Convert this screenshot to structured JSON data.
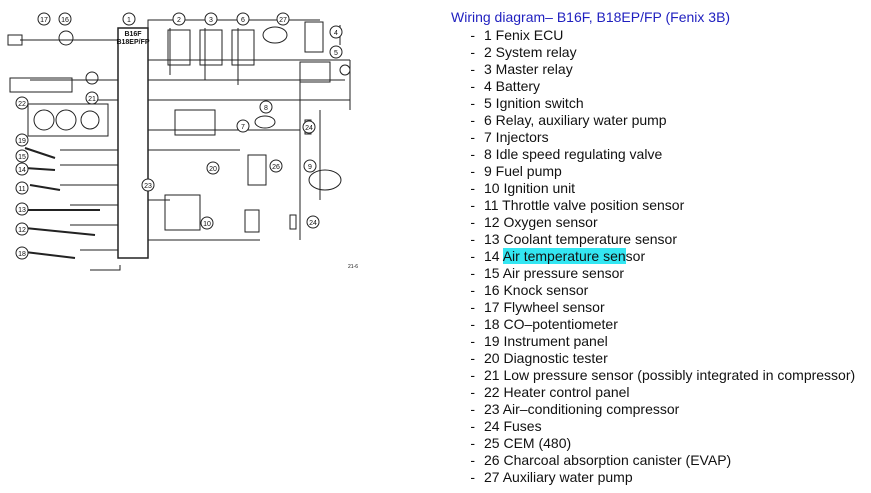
{
  "legend": {
    "title": "Wiring diagram– B16F, B18EP/FP (Fenix 3B)",
    "dash": "-",
    "items": [
      {
        "before": "1 Fenix ECU",
        "highlight": "",
        "after": ""
      },
      {
        "before": "2 System relay",
        "highlight": "",
        "after": ""
      },
      {
        "before": "3 Master relay",
        "highlight": "",
        "after": ""
      },
      {
        "before": "4 Battery",
        "highlight": "",
        "after": ""
      },
      {
        "before": "5 Ignition switch",
        "highlight": "",
        "after": ""
      },
      {
        "before": "6 Relay, auxiliary water pump",
        "highlight": "",
        "after": ""
      },
      {
        "before": "7 Injectors",
        "highlight": "",
        "after": ""
      },
      {
        "before": "8 Idle speed regulating valve",
        "highlight": "",
        "after": ""
      },
      {
        "before": "9 Fuel pump",
        "highlight": "",
        "after": ""
      },
      {
        "before": "10 Ignition unit",
        "highlight": "",
        "after": ""
      },
      {
        "before": "11 Throttle valve position sensor",
        "highlight": "",
        "after": ""
      },
      {
        "before": "12 Oxygen sensor",
        "highlight": "",
        "after": ""
      },
      {
        "before": "13 Coolant temperature sensor",
        "highlight": "",
        "after": ""
      },
      {
        "before": "14 ",
        "highlight": "Air temperature sen",
        "after": "sor"
      },
      {
        "before": "15 Air pressure sensor",
        "highlight": "",
        "after": ""
      },
      {
        "before": "16 Knock sensor",
        "highlight": "",
        "after": ""
      },
      {
        "before": "17 Flywheel sensor",
        "highlight": "",
        "after": ""
      },
      {
        "before": "18 CO–potentiometer",
        "highlight": "",
        "after": ""
      },
      {
        "before": "19 Instrument panel",
        "highlight": "",
        "after": ""
      },
      {
        "before": "20 Diagnostic tester",
        "highlight": "",
        "after": ""
      },
      {
        "before": "21 Low pressure sensor (possibly integrated in compressor)",
        "highlight": "",
        "after": ""
      },
      {
        "before": "22 Heater control panel",
        "highlight": "",
        "after": ""
      },
      {
        "before": "23 Air–conditioning compressor",
        "highlight": "",
        "after": ""
      },
      {
        "before": "24 Fuses",
        "highlight": "",
        "after": ""
      },
      {
        "before": "25 CEM (480)",
        "highlight": "",
        "after": ""
      },
      {
        "before": "26 Charcoal absorption canister (EVAP)",
        "highlight": "",
        "after": ""
      },
      {
        "before": "27 Auxiliary water pump",
        "highlight": "",
        "after": ""
      }
    ],
    "highlight_color": "#33e6f2",
    "title_color": "#1f1fbf"
  },
  "diagram": {
    "ecu_model": "B16F",
    "ecu_model2": "B18EP/FP",
    "figure_code": "21-6",
    "callouts": [
      "1",
      "2",
      "3",
      "4",
      "5",
      "6",
      "7",
      "8",
      "9",
      "10",
      "11",
      "12",
      "13",
      "14",
      "15",
      "16",
      "17",
      "18",
      "19",
      "20",
      "21",
      "22",
      "23",
      "24",
      "24",
      "26",
      "27"
    ]
  }
}
